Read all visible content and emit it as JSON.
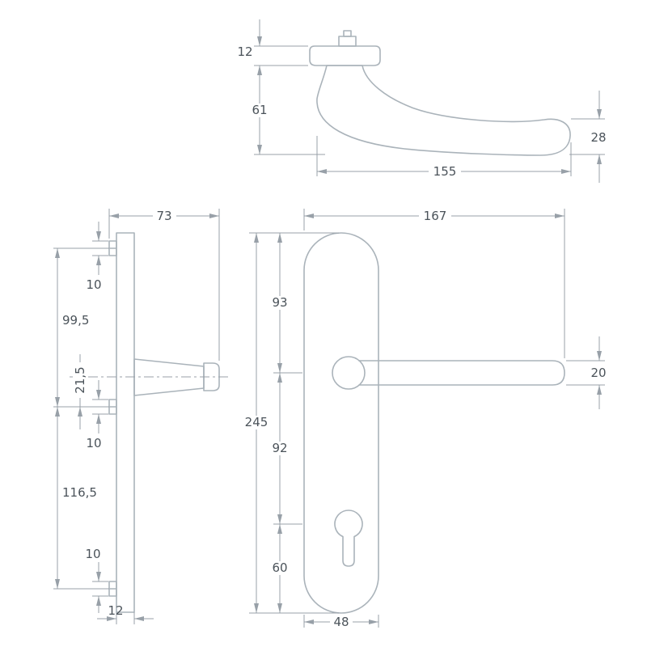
{
  "colors": {
    "background": "#ffffff",
    "drawing_line": "#aab3ba",
    "dimension_line": "#98a0a8",
    "dimension_text": "#4b535a"
  },
  "views": {
    "handle_side": {
      "title": "lever-handle-side-view",
      "dims": {
        "rosette_thickness": "12",
        "height_below_rosette": "61",
        "grip_height": "28",
        "length": "155"
      }
    },
    "plate_side": {
      "title": "backplate-profile-view",
      "dims": {
        "depth": "73",
        "pin_top": "10",
        "pin_spacing_upper": "99,5",
        "axis_offset": "21,5",
        "pin_middle": "10",
        "pin_spacing_lower": "116,5",
        "pin_bottom": "10",
        "plate_thickness": "12"
      }
    },
    "plate_front": {
      "title": "backplate-front-view",
      "dims": {
        "overall_length": "167",
        "top_to_axis": "93",
        "plate_height": "245",
        "axis_to_cylinder": "92",
        "cylinder_to_bottom": "60",
        "lever_height": "20",
        "plate_width": "48"
      }
    }
  }
}
